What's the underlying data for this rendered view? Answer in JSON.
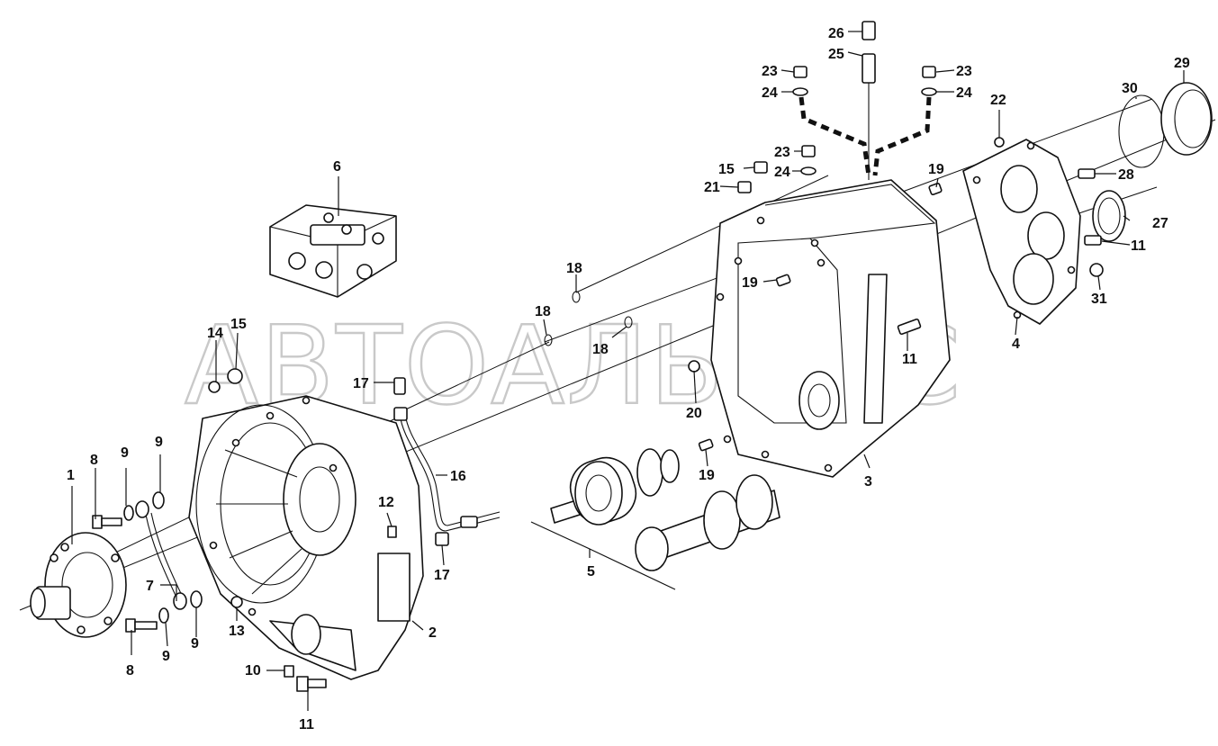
{
  "watermark": "АВТОАЛЬЯНС",
  "callouts": {
    "c1": "1",
    "c2": "2",
    "c3": "3",
    "c4": "4",
    "c5": "5",
    "c6": "6",
    "c7": "7",
    "c8a": "8",
    "c8b": "8",
    "c9a": "9",
    "c9b": "9",
    "c9c": "9",
    "c9d": "9",
    "c10": "10",
    "c11a": "11",
    "c11b": "11",
    "c11c": "11",
    "c12": "12",
    "c13": "13",
    "c14": "14",
    "c15a": "15",
    "c15b": "15",
    "c16": "16",
    "c17a": "17",
    "c17b": "17",
    "c18a": "18",
    "c18b": "18",
    "c18c": "18",
    "c19a": "19",
    "c19b": "19",
    "c19c": "19",
    "c20": "20",
    "c21": "21",
    "c22": "22",
    "c23a": "23",
    "c23b": "23",
    "c23c": "23",
    "c24a": "24",
    "c24b": "24",
    "c24c": "24",
    "c25": "25",
    "c26": "26",
    "c27": "27",
    "c28": "28",
    "c29": "29",
    "c30": "30",
    "c31": "31"
  },
  "icons": {
    "pump": "pump-icon",
    "housing": "housing-icon",
    "valve_block": "valve-block-icon",
    "gear_shafts": "gear-shaft-icon"
  }
}
